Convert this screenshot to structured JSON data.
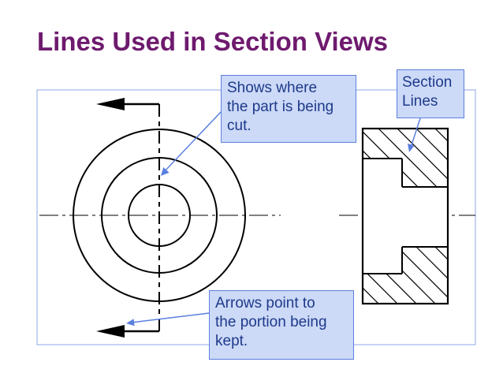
{
  "title": "Lines Used in Section Views",
  "callouts": {
    "cutting_plane": "Shows where\nthe part is being\ncut.",
    "section_lines": "Section\nLines",
    "arrows": "Arrows point to\nthe portion being\nkept."
  },
  "colors": {
    "title": "#6e1a6e",
    "callout_fill": "#ccd9f7",
    "callout_border": "#5b7fe0",
    "callout_text": "#1e3a8a",
    "frame": "#8fa6ea",
    "pointer": "#5b7fe0",
    "drawing": "#000000"
  }
}
